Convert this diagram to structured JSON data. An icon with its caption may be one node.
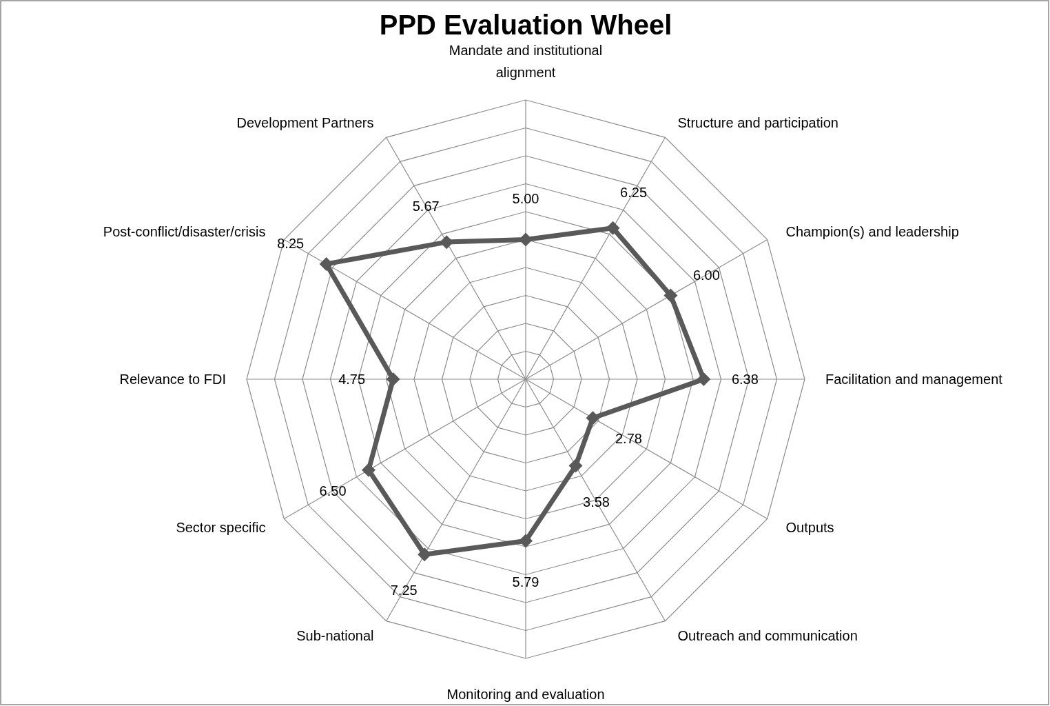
{
  "diagram": {
    "title": "PPD Evaluation Wheel",
    "labels": [
      "Mandate and institutional alignment",
      "Structure and participation",
      "Champion(s) and leadership",
      "Facilitation and management",
      "Outputs",
      "Outreach and communication",
      "Monitoring and evaluation",
      "Sub-national",
      "Sector specific",
      "Relevance to FDI",
      "Post-conflict/disaster/crisis",
      "Development Partners",
      "5.00",
      "6.25",
      "6.00",
      "6.38",
      "2.78",
      "3.58",
      "5.79",
      "7.25",
      "6.50",
      "4.75",
      "8.25",
      "5.67"
    ]
  }
}
